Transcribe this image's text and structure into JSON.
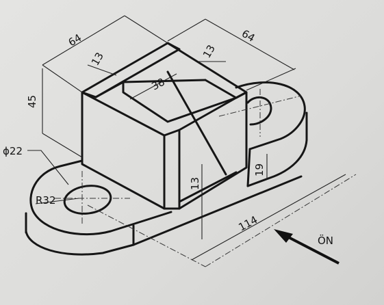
{
  "dimensions": {
    "width_top_left": "64",
    "depth_top_right": "64",
    "wall_thickness_left": "13",
    "wall_thickness_right": "13",
    "slot_width": "38",
    "height": "45",
    "hole_diameter": "ϕ22",
    "end_radius": "R32",
    "base_height": "19",
    "total_length": "114",
    "rib_thickness": "13"
  },
  "view_direction": {
    "label": "ÖN"
  },
  "colors": {
    "line": "#161616",
    "paper": "#dcdcda",
    "border": "#111111"
  }
}
